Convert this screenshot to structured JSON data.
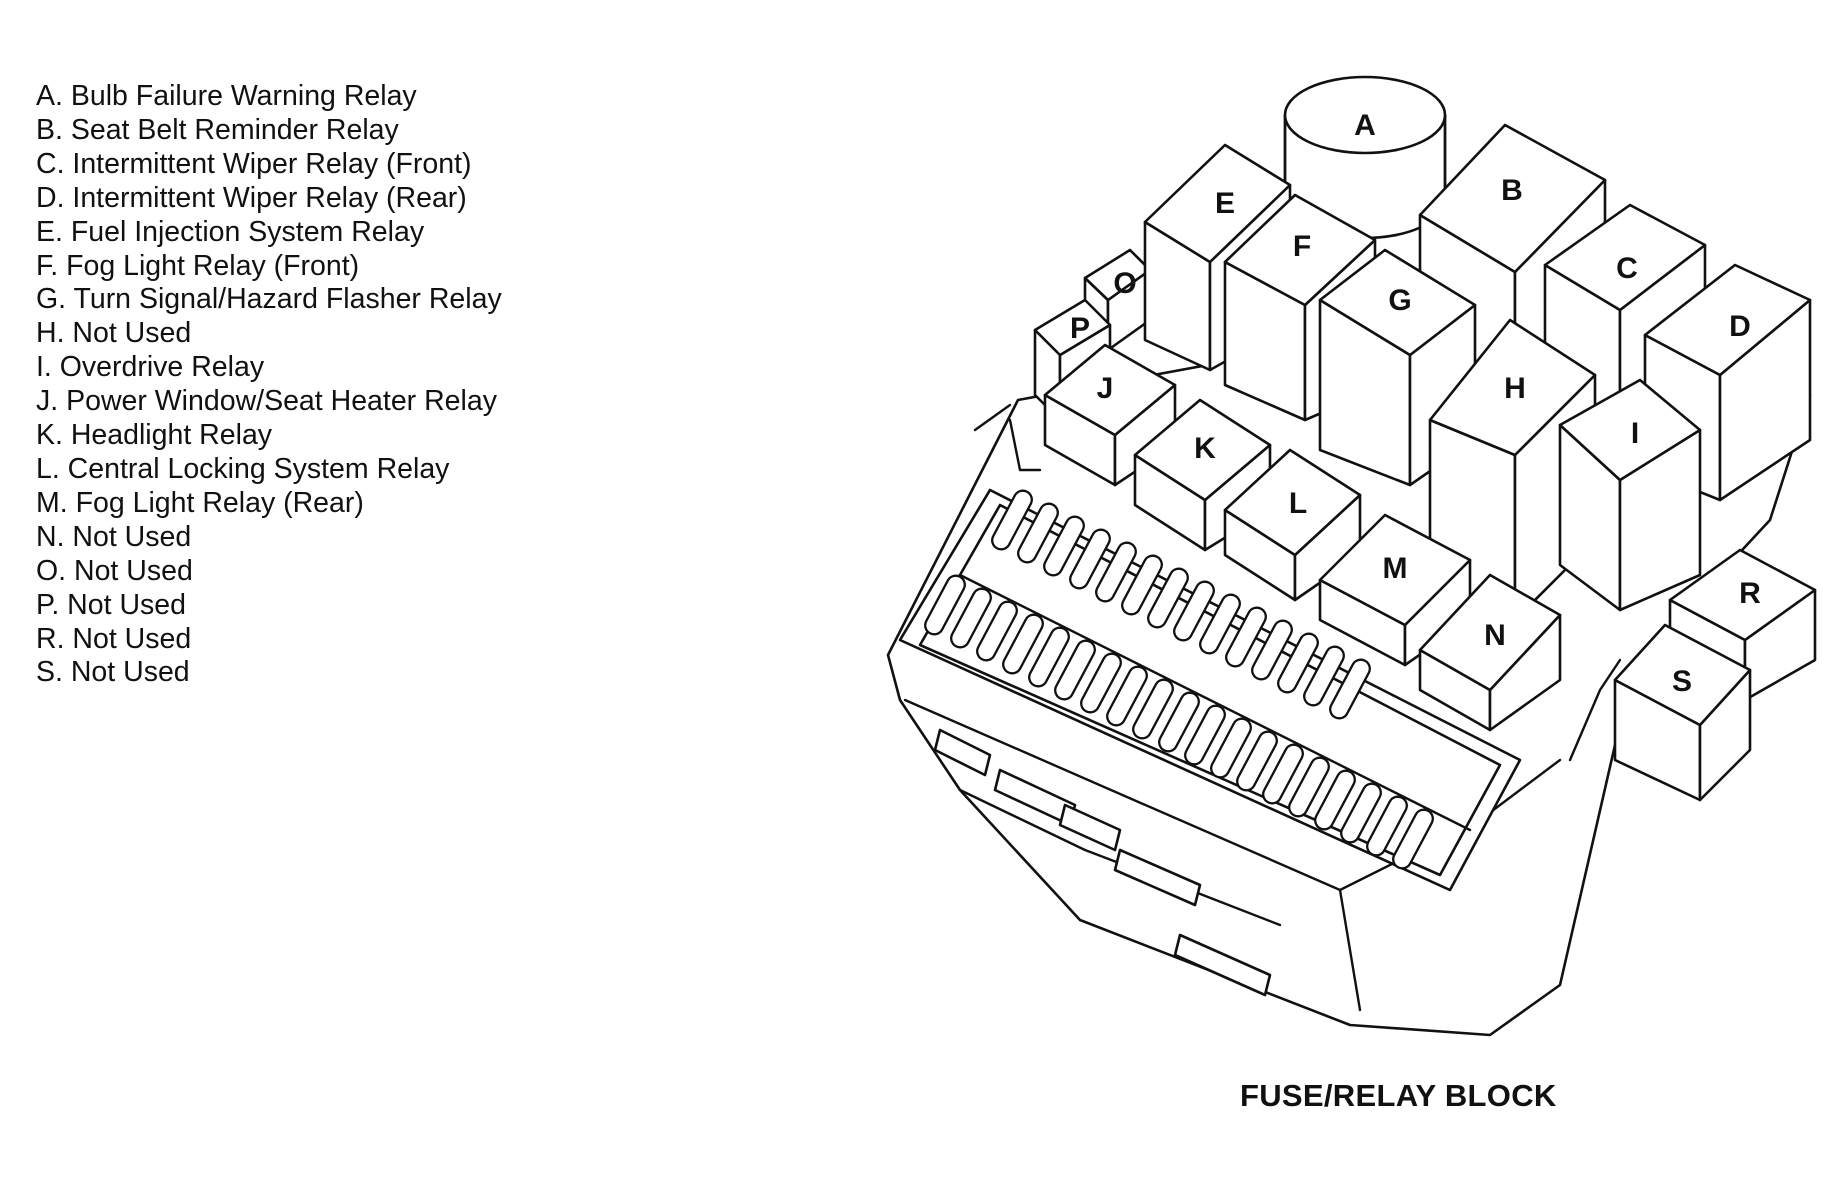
{
  "legend": {
    "items": [
      "A. Bulb Failure Warning Relay",
      "B. Seat Belt Reminder Relay",
      "C. Intermittent Wiper Relay (Front)",
      "D. Intermittent Wiper Relay (Rear)",
      "E. Fuel Injection System Relay",
      "F. Fog Light Relay (Front)",
      "G. Turn Signal/Hazard Flasher Relay",
      "H. Not Used",
      "I. Overdrive Relay",
      "J. Power Window/Seat Heater Relay",
      "K. Headlight Relay",
      "L. Central Locking System Relay",
      "M. Fog Light Relay (Rear)",
      "N. Not Used",
      "O. Not Used",
      "P. Not Used",
      "R. Not Used",
      "S. Not Used"
    ]
  },
  "diagram": {
    "relay_labels": [
      "A",
      "B",
      "C",
      "D",
      "E",
      "F",
      "G",
      "H",
      "I",
      "J",
      "K",
      "L",
      "M",
      "N",
      "O",
      "P",
      "R",
      "S"
    ]
  },
  "caption": "FUSE/RELAY BLOCK"
}
